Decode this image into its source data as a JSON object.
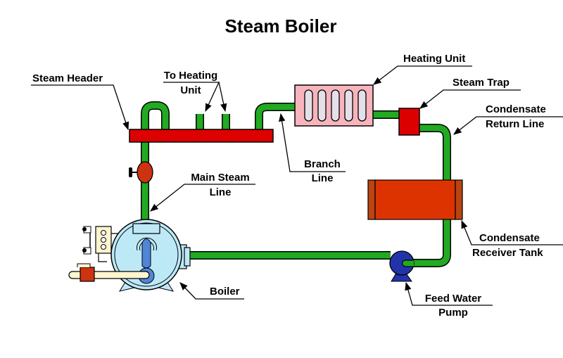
{
  "title": "Steam Boiler",
  "labels": {
    "steam_header": [
      "Steam Header"
    ],
    "to_heating_unit": [
      "To Heating",
      "Unit"
    ],
    "heating_unit": [
      "Heating Unit"
    ],
    "steam_trap": [
      "Steam Trap"
    ],
    "condensate_return_line": [
      "Condensate",
      "Return Line"
    ],
    "branch_line": [
      "Branch",
      "Line"
    ],
    "main_steam_line": [
      "Main Steam",
      "Line"
    ],
    "condensate_receiver_tank": [
      "Condensate",
      "Receiver Tank"
    ],
    "boiler": [
      "Boiler"
    ],
    "feed_water_pump": [
      "Feed Water",
      "Pump"
    ]
  },
  "colors": {
    "pipe": "#22aa22",
    "steam_header": "#dd0000",
    "heating_unit": "#f7b4bc",
    "steam_trap": "#dd0000",
    "receiver_tank": "#dd3300",
    "receiver_flange": "#bb4411",
    "valve": "#cc3311",
    "boiler_shell": "#bde9f7",
    "boiler_core": "#4f86d8",
    "pump": "#2233aa",
    "feed_pipe": "#fff5d0"
  }
}
